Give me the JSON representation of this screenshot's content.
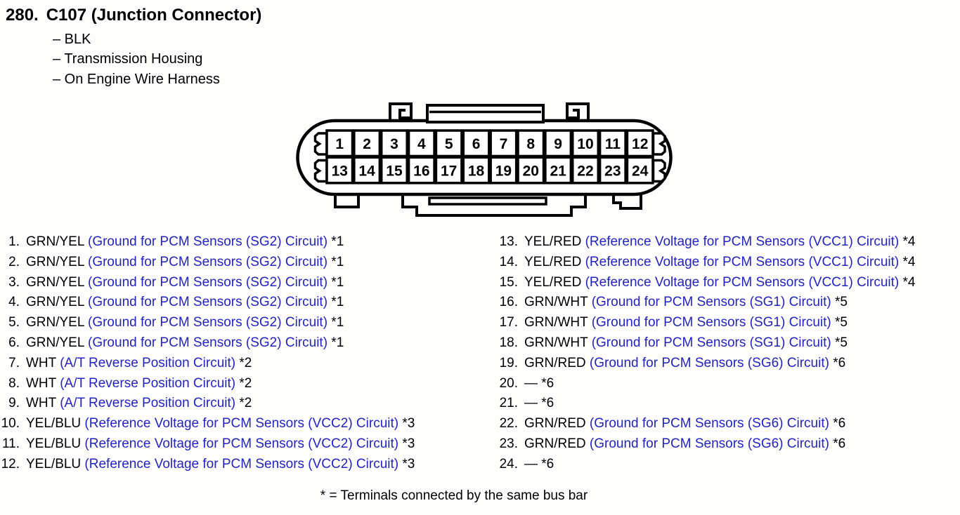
{
  "page": {
    "item_number": "280.",
    "title": "C107 (Junction Connector)",
    "attributes": [
      "– BLK",
      "– Transmission Housing",
      "– On Engine Wire Harness"
    ],
    "connector": {
      "top_row": [
        "1",
        "2",
        "3",
        "4",
        "5",
        "6",
        "7",
        "8",
        "9",
        "10",
        "11",
        "12"
      ],
      "bottom_row": [
        "13",
        "14",
        "15",
        "16",
        "17",
        "18",
        "19",
        "20",
        "21",
        "22",
        "23",
        "24"
      ]
    },
    "pin_list": {
      "left": [
        {
          "num": "1.",
          "wire": "GRN/YEL",
          "circuit": "(Ground for PCM Sensors (SG2) Circuit)",
          "note": "*1"
        },
        {
          "num": "2.",
          "wire": "GRN/YEL",
          "circuit": "(Ground for PCM Sensors (SG2) Circuit)",
          "note": "*1"
        },
        {
          "num": "3.",
          "wire": "GRN/YEL",
          "circuit": "(Ground for PCM Sensors (SG2) Circuit)",
          "note": "*1"
        },
        {
          "num": "4.",
          "wire": "GRN/YEL",
          "circuit": "(Ground for PCM Sensors (SG2) Circuit)",
          "note": "*1"
        },
        {
          "num": "5.",
          "wire": "GRN/YEL",
          "circuit": "(Ground for PCM Sensors (SG2) Circuit)",
          "note": "*1"
        },
        {
          "num": "6.",
          "wire": "GRN/YEL",
          "circuit": "(Ground for PCM Sensors (SG2) Circuit)",
          "note": "*1"
        },
        {
          "num": "7.",
          "wire": "WHT",
          "circuit": "(A/T Reverse Position Circuit)",
          "note": "*2"
        },
        {
          "num": "8.",
          "wire": "WHT",
          "circuit": "(A/T Reverse Position Circuit)",
          "note": "*2"
        },
        {
          "num": "9.",
          "wire": "WHT",
          "circuit": "(A/T Reverse Position Circuit)",
          "note": "*2"
        },
        {
          "num": "10.",
          "wire": "YEL/BLU",
          "circuit": "(Reference Voltage for PCM Sensors (VCC2) Circuit)",
          "note": "*3"
        },
        {
          "num": "11.",
          "wire": "YEL/BLU",
          "circuit": "(Reference Voltage for PCM Sensors (VCC2) Circuit)",
          "note": "*3"
        },
        {
          "num": "12.",
          "wire": "YEL/BLU",
          "circuit": "(Reference Voltage for PCM Sensors (VCC2) Circuit)",
          "note": "*3"
        }
      ],
      "right": [
        {
          "num": "13.",
          "wire": "YEL/RED",
          "circuit": "(Reference Voltage for PCM Sensors (VCC1) Circuit)",
          "note": "*4"
        },
        {
          "num": "14.",
          "wire": "YEL/RED",
          "circuit": "(Reference Voltage for PCM Sensors (VCC1) Circuit)",
          "note": "*4"
        },
        {
          "num": "15.",
          "wire": "YEL/RED",
          "circuit": "(Reference Voltage for PCM Sensors (VCC1) Circuit)",
          "note": "*4"
        },
        {
          "num": "16.",
          "wire": "GRN/WHT",
          "circuit": "(Ground for PCM Sensors (SG1) Circuit)",
          "note": "*5"
        },
        {
          "num": "17.",
          "wire": "GRN/WHT",
          "circuit": "(Ground for PCM Sensors (SG1) Circuit)",
          "note": "*5"
        },
        {
          "num": "18.",
          "wire": "GRN/WHT",
          "circuit": "(Ground for PCM Sensors (SG1) Circuit)",
          "note": "*5"
        },
        {
          "num": "19.",
          "wire": "GRN/RED",
          "circuit": "(Ground for PCM Sensors (SG6) Circuit)",
          "note": "*6"
        },
        {
          "num": "20.",
          "wire": "—",
          "circuit": "",
          "note": "*6"
        },
        {
          "num": "21.",
          "wire": "—",
          "circuit": "",
          "note": "*6"
        },
        {
          "num": "22.",
          "wire": "GRN/RED",
          "circuit": "(Ground for PCM Sensors (SG6) Circuit)",
          "note": "*6"
        },
        {
          "num": "23.",
          "wire": "GRN/RED",
          "circuit": "(Ground for PCM Sensors (SG6) Circuit)",
          "note": "*6"
        },
        {
          "num": "24.",
          "wire": "—",
          "circuit": "",
          "note": "*6"
        }
      ]
    },
    "footnote": "* = Terminals connected by the same bus bar",
    "colors": {
      "text": "#000000",
      "circuit_blue": "#2424bd"
    }
  }
}
